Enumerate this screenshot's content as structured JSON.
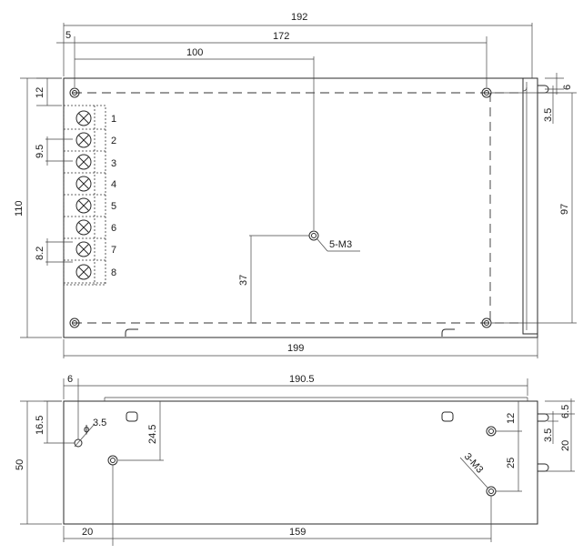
{
  "top_view": {
    "dims": {
      "overall_width": "192",
      "offset_left": "5",
      "hole_spacing": "172",
      "center_hole": "100",
      "top_margin": "12",
      "right_slot_top": "6",
      "right_slot_width": "3.5",
      "hole_vertical": "97",
      "height": "110",
      "terminal_pitch": "9.5",
      "terminal_pitch_lower": "8.2",
      "center_hole_height": "37",
      "base_width": "199"
    },
    "center_hole_label": "5-M3",
    "terminals": [
      "1",
      "2",
      "3",
      "4",
      "5",
      "6",
      "7",
      "8"
    ]
  },
  "side_view": {
    "dims": {
      "offset_left": "6",
      "overall_width": "190.5",
      "hole_height_left": "16.5",
      "hole_diameter": "3.5",
      "hole_diameter_prefix": "ϕ",
      "hole_height_mid": "24.5",
      "height": "50",
      "right_top": "12",
      "right_spacing": "25",
      "slot_top": "6.5",
      "slot_width": "3.5",
      "slot_height": "20",
      "left_hole_offset": "20",
      "hole_spacing": "159"
    },
    "m3_label": "3-M3"
  }
}
